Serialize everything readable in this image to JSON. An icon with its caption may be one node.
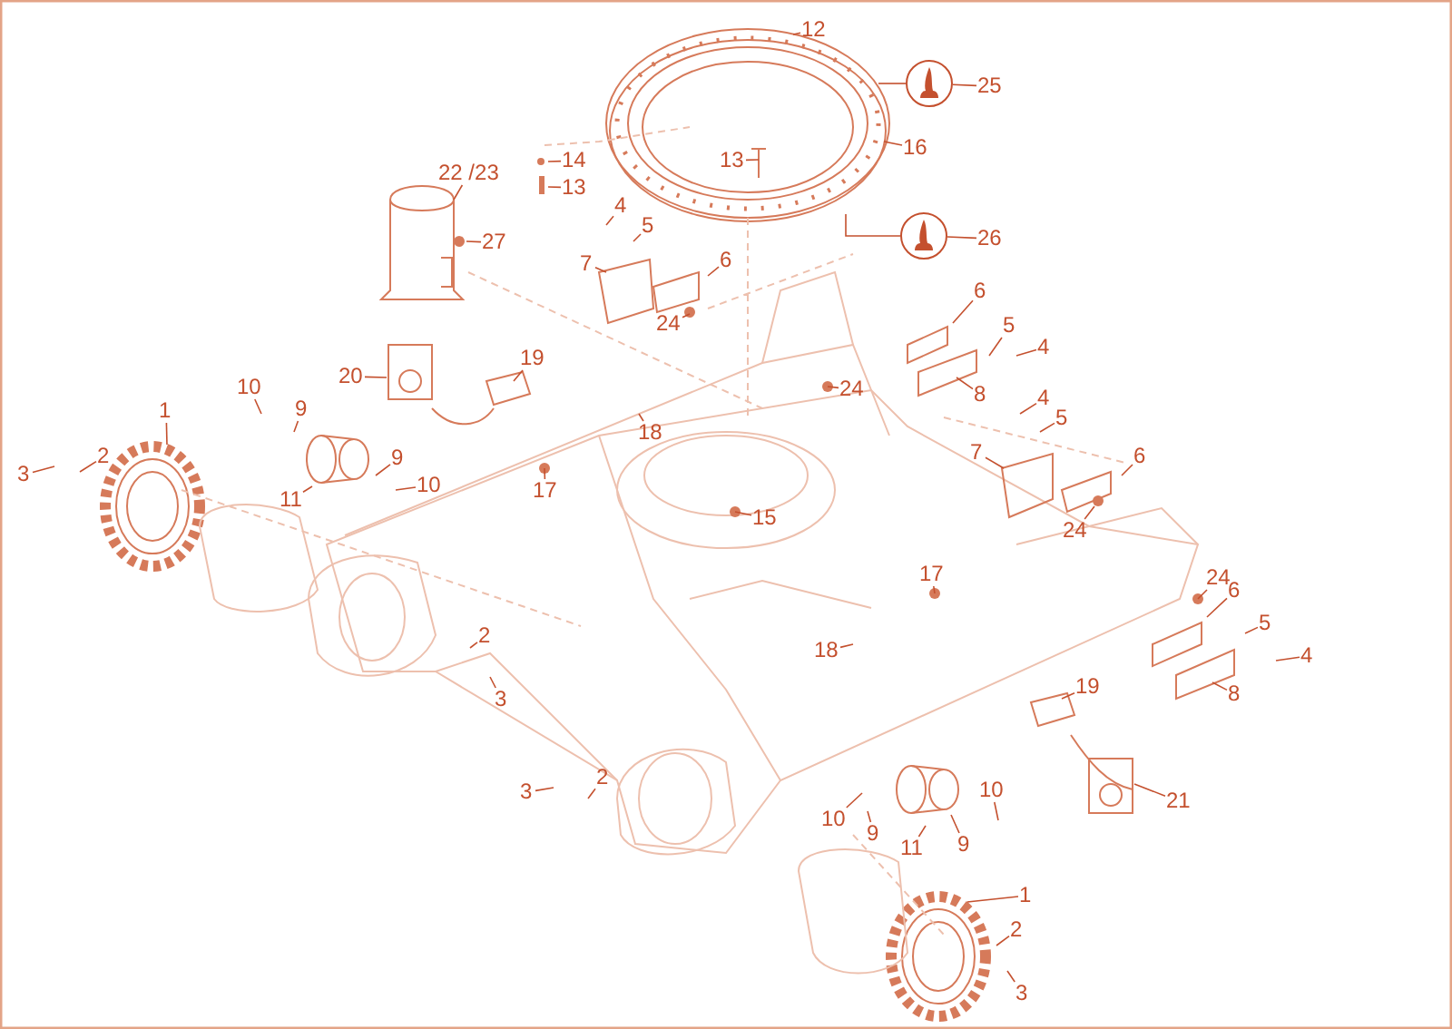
{
  "diagram": {
    "nodes": [
      {
        "text": [
          "12"
        ]
      },
      {
        "text": [
          "25"
        ]
      },
      {
        "text": [],
        "shape": "picture"
      },
      {
        "text": [
          "16"
        ]
      },
      {
        "text": [
          "13"
        ]
      },
      {
        "text": [
          "14"
        ]
      },
      {
        "text": [
          "13"
        ]
      },
      {
        "text": [
          "22 /23"
        ]
      },
      {
        "text": [
          "27"
        ]
      },
      {
        "text": [
          "26"
        ]
      },
      {
        "text": [],
        "shape": "picture"
      },
      {
        "text": [
          "4"
        ]
      },
      {
        "text": [
          "5"
        ]
      },
      {
        "text": [
          "7"
        ]
      },
      {
        "text": [
          "6"
        ]
      },
      {
        "text": [
          "24"
        ]
      },
      {
        "text": [
          "6"
        ]
      },
      {
        "text": [
          "5"
        ]
      },
      {
        "text": [
          "4"
        ]
      },
      {
        "text": [
          "24"
        ]
      },
      {
        "text": [
          "8"
        ]
      },
      {
        "text": [
          "19"
        ]
      },
      {
        "text": [
          "20"
        ]
      },
      {
        "text": [
          "10"
        ]
      },
      {
        "text": [
          "9"
        ]
      },
      {
        "text": [
          "4"
        ]
      },
      {
        "text": [
          "5"
        ]
      },
      {
        "text": [
          "18"
        ]
      },
      {
        "text": [
          "1"
        ]
      },
      {
        "text": [
          "2"
        ]
      },
      {
        "text": [
          "3"
        ]
      },
      {
        "text": [
          "11"
        ]
      },
      {
        "text": [
          "9"
        ]
      },
      {
        "text": [
          "10"
        ]
      },
      {
        "text": [
          "17"
        ]
      },
      {
        "text": [
          "7"
        ]
      },
      {
        "text": [
          "6"
        ]
      },
      {
        "text": [
          "24"
        ]
      },
      {
        "text": [
          "15"
        ]
      },
      {
        "text": [
          "17"
        ]
      },
      {
        "text": [
          "24"
        ]
      },
      {
        "text": [
          "6"
        ]
      },
      {
        "text": [
          "5"
        ]
      },
      {
        "text": [
          "4"
        ]
      },
      {
        "text": [
          "8"
        ]
      },
      {
        "text": [
          "2"
        ]
      },
      {
        "text": [
          "18"
        ]
      },
      {
        "text": [
          "19"
        ]
      },
      {
        "text": [
          "3"
        ]
      },
      {
        "text": [
          "3"
        ]
      },
      {
        "text": [
          "2"
        ]
      },
      {
        "text": [
          "10"
        ]
      },
      {
        "text": [
          "21"
        ]
      },
      {
        "text": [
          "10"
        ]
      },
      {
        "text": [
          "9"
        ]
      },
      {
        "text": [
          "9"
        ]
      },
      {
        "text": [
          "11"
        ]
      },
      {
        "text": [
          "1"
        ]
      },
      {
        "text": [
          "2"
        ]
      },
      {
        "text": [
          "3"
        ]
      }
    ],
    "edges": [
      {
        "from": 0,
        "to": null,
        "arrow": "none"
      },
      {
        "from": 1,
        "to": 2,
        "arrow": "none"
      },
      {
        "from": 2,
        "to": null,
        "arrow": "none"
      },
      {
        "from": 3,
        "to": null,
        "arrow": "none"
      },
      {
        "from": 4,
        "to": null,
        "arrow": "none"
      },
      {
        "from": 5,
        "to": null,
        "arrow": "none"
      },
      {
        "from": 6,
        "to": null,
        "arrow": "none"
      },
      {
        "from": 7,
        "to": null,
        "arrow": "none"
      },
      {
        "from": 8,
        "to": null,
        "arrow": "none"
      },
      {
        "from": 9,
        "to": 10,
        "arrow": "none"
      },
      {
        "from": 10,
        "to": null,
        "arrow": "none"
      },
      {
        "from": 11,
        "to": null,
        "arrow": "none"
      },
      {
        "from": 12,
        "to": null,
        "arrow": "none"
      },
      {
        "from": 13,
        "to": null,
        "arrow": "none"
      },
      {
        "from": 14,
        "to": null,
        "arrow": "none"
      },
      {
        "from": 15,
        "to": null,
        "arrow": "none"
      },
      {
        "from": 16,
        "to": null,
        "arrow": "none"
      },
      {
        "from": 17,
        "to": null,
        "arrow": "none"
      },
      {
        "from": 18,
        "to": null,
        "arrow": "none"
      },
      {
        "from": 19,
        "to": null,
        "arrow": "none"
      },
      {
        "from": 20,
        "to": null,
        "arrow": "none"
      },
      {
        "from": 21,
        "to": null,
        "arrow": "none"
      },
      {
        "from": 22,
        "to": null,
        "arrow": "none"
      },
      {
        "from": 23,
        "to": null,
        "arrow": "none"
      },
      {
        "from": 24,
        "to": null,
        "arrow": "none"
      },
      {
        "from": 25,
        "to": null,
        "arrow": "none"
      },
      {
        "from": 26,
        "to": null,
        "arrow": "none"
      },
      {
        "from": 27,
        "to": null,
        "arrow": "none"
      },
      {
        "from": 28,
        "to": null,
        "arrow": "none"
      },
      {
        "from": 29,
        "to": null,
        "arrow": "none"
      },
      {
        "from": 30,
        "to": null,
        "arrow": "none"
      },
      {
        "from": 31,
        "to": null,
        "arrow": "none"
      },
      {
        "from": 32,
        "to": null,
        "arrow": "none"
      },
      {
        "from": 33,
        "to": null,
        "arrow": "none"
      },
      {
        "from": 34,
        "to": null,
        "arrow": "none"
      },
      {
        "from": 35,
        "to": null,
        "arrow": "none"
      },
      {
        "from": 36,
        "to": null,
        "arrow": "none"
      },
      {
        "from": 37,
        "to": null,
        "arrow": "none"
      },
      {
        "from": 38,
        "to": null,
        "arrow": "none"
      },
      {
        "from": 39,
        "to": null,
        "arrow": "none"
      },
      {
        "from": 40,
        "to": null,
        "arrow": "none"
      },
      {
        "from": 41,
        "to": null,
        "arrow": "none"
      },
      {
        "from": 42,
        "to": null,
        "arrow": "none"
      },
      {
        "from": 43,
        "to": null,
        "arrow": "none"
      },
      {
        "from": 44,
        "to": null,
        "arrow": "none"
      },
      {
        "from": 45,
        "to": null,
        "arrow": "none"
      },
      {
        "from": 46,
        "to": null,
        "arrow": "none"
      },
      {
        "from": 47,
        "to": null,
        "arrow": "none"
      },
      {
        "from": 48,
        "to": null,
        "arrow": "none"
      },
      {
        "from": 49,
        "to": null,
        "arrow": "none"
      },
      {
        "from": 50,
        "to": null,
        "arrow": "none"
      },
      {
        "from": 51,
        "to": null,
        "arrow": "none"
      },
      {
        "from": 52,
        "to": null,
        "arrow": "none"
      },
      {
        "from": 53,
        "to": null,
        "arrow": "none"
      },
      {
        "from": 54,
        "to": null,
        "arrow": "none"
      },
      {
        "from": 55,
        "to": null,
        "arrow": "none"
      },
      {
        "from": 56,
        "to": null,
        "arrow": "none"
      },
      {
        "from": 57,
        "to": null,
        "arrow": "none"
      },
      {
        "from": 58,
        "to": null,
        "arrow": "none"
      },
      {
        "from": 59,
        "to": null,
        "arrow": "none"
      }
    ]
  }
}
